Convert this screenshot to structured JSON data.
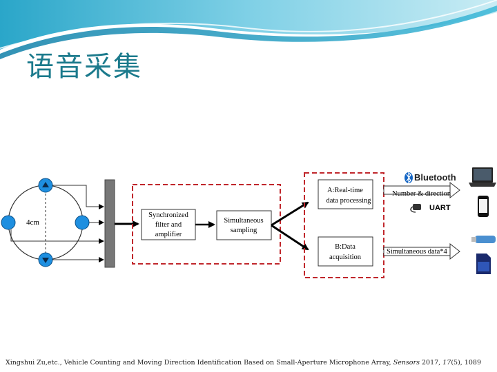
{
  "slide": {
    "title": "语音采集",
    "citation": {
      "authors": "Xingshui Zu,etc.,",
      "paper_title": "Vehicle Counting and Moving Direction Identification Based on Small-Aperture Microphone Array,",
      "journal": "Sensors",
      "year": "2017,",
      "volume": "17",
      "pages": "(5), 1089"
    }
  },
  "diagram": {
    "array_label": "4cm",
    "filter_block": [
      "Synchronized",
      "filter and",
      "amplifier"
    ],
    "sampling_block": [
      "Simultaneous",
      "sampling"
    ],
    "realtime_block": [
      "A:Real-time",
      "data processing"
    ],
    "acquisition_block": [
      "B:Data",
      "acquisition"
    ],
    "realtime_output_label": "Number & direction",
    "acquisition_output_label": "Simultaneous data*4",
    "bluetooth_label": "Bluetooth",
    "uart_label": "UART",
    "colors": {
      "title": "#1b7a8c",
      "mic_fill": "#1e8fe0",
      "dashed_border": "#c0262b",
      "bluetooth_blue": "#1264c4"
    }
  }
}
